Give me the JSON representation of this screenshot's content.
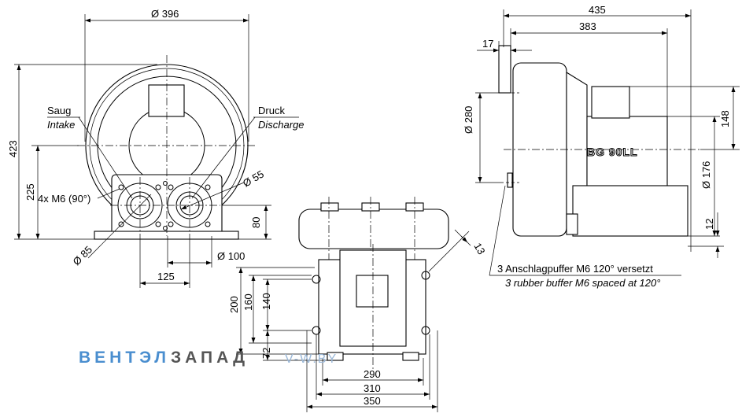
{
  "labels": {
    "dia_396": "Ø 396",
    "h_423": "423",
    "h_225": "225",
    "h_80": "80",
    "dia_85": "Ø 85",
    "dia_55": "Ø 55",
    "dia_100": "Ø 100",
    "w_125": "125",
    "holes": "4x M6 (90°)",
    "saug": "Saug",
    "intake": "Intake",
    "druck": "Druck",
    "discharge": "Discharge",
    "w_435": "435",
    "w_383": "383",
    "w_17": "17",
    "dia_280": "Ø 280",
    "h_148": "148",
    "dia_176": "Ø 176",
    "h_12": "12",
    "w_13": "13",
    "h_200": "200",
    "h_160": "160",
    "h_140": "140",
    "h_72": "72",
    "w_290": "290",
    "w_310": "310",
    "w_350": "350",
    "buffer_de": "3 Anschlagpuffer M6 120° versetzt",
    "buffer_en": "3 rubber buffer M6 spaced at 120°",
    "model": "BG 90LL"
  },
  "watermark": {
    "part1": "ВЕНТЭЛ",
    "part2": "ЗАПАД",
    "site": "V-W.BY"
  },
  "colors": {
    "line": "#000000",
    "watermark_blue": "#4a8ecf",
    "watermark_dark": "#555555"
  }
}
